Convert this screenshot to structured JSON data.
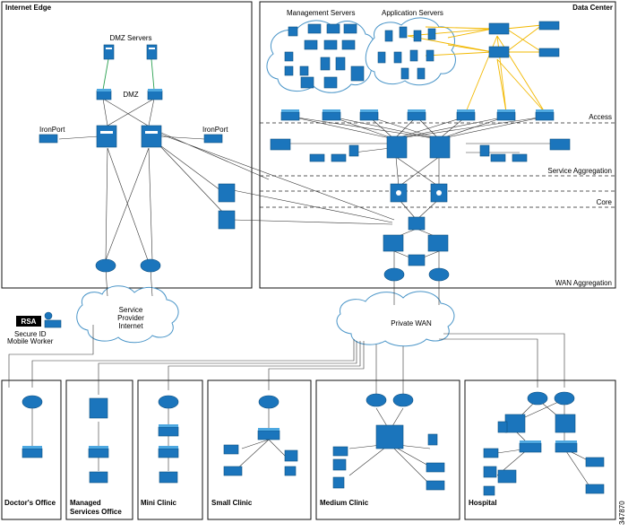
{
  "zones": {
    "internet_edge": "Internet Edge",
    "data_center": "Data Center",
    "access": "Access",
    "service_aggregation": "Service Aggregation",
    "core": "Core",
    "wan_aggregation": "WAN Aggregation"
  },
  "labels": {
    "dmz_servers": "DMZ Servers",
    "dmz": "DMZ",
    "ironport_left": "IronPort",
    "ironport_right": "IronPort",
    "management_servers": "Management Servers",
    "application_servers": "Application Servers",
    "rsa_logo": "RSA",
    "mobile_worker_line1": "Secure ID",
    "mobile_worker_line2": "Mobile Worker"
  },
  "clouds": {
    "service_provider_line1": "Service",
    "service_provider_line2": "Provider",
    "service_provider_line3": "Internet",
    "private_wan": "Private WAN"
  },
  "sites": [
    {
      "name": "Doctor's Office"
    },
    {
      "name": "Managed",
      "name2": "Services Office"
    },
    {
      "name": "Mini Clinic"
    },
    {
      "name": "Small Clinic"
    },
    {
      "name": "Medium Clinic"
    },
    {
      "name": "Hospital"
    }
  ],
  "figure_id": "347870",
  "colors": {
    "device": "#1b75bc",
    "device_highlight": "#4ea8e0",
    "cloud_outline": "#4a95c8",
    "fiber_link": "#f2b800",
    "dmz_link": "#2aa050"
  }
}
